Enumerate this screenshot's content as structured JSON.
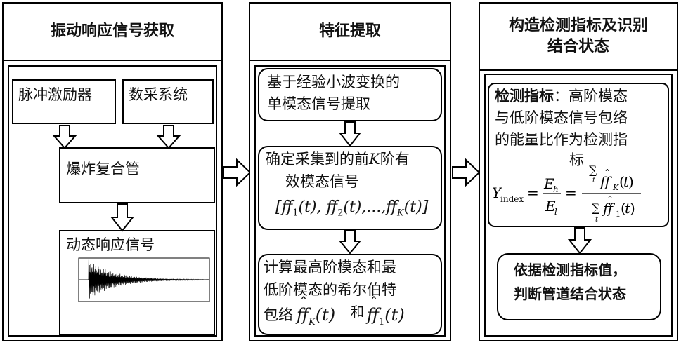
{
  "col1": {
    "header": "振动响应信号获取",
    "impulse": "脉冲激励器",
    "daq": "数采系统",
    "detonator": "爆炸复合管",
    "response": "动态响应信号"
  },
  "col2": {
    "header": "特征提取",
    "step1_l1": "基于经验小波变换的",
    "step1_l2": "单模态信号提取",
    "step2_l1": "确定采集到的前",
    "step2_k": "K",
    "step2_l1b": "阶有",
    "step2_l2": "效模态信号",
    "step2_formula": "[ff₁(t), ff₂(t),…, ff_K(t)]",
    "step3_l1": "计算最高阶模态和最",
    "step3_l2": "低阶模态的希尔伯特",
    "step3_l3a": "包络",
    "step3_l3b": "和"
  },
  "col3": {
    "header_l1": "构造检测指标及识别",
    "header_l2": "结合状态",
    "index_label": "检测指标",
    "index_text1": "：高阶模态",
    "index_text2": "与低阶模态信号包络",
    "index_text3": "的能量比作为检测指",
    "index_text4": "标",
    "decision_l1": "依据检测指标值，",
    "decision_l2": "判断管道结合状态"
  }
}
